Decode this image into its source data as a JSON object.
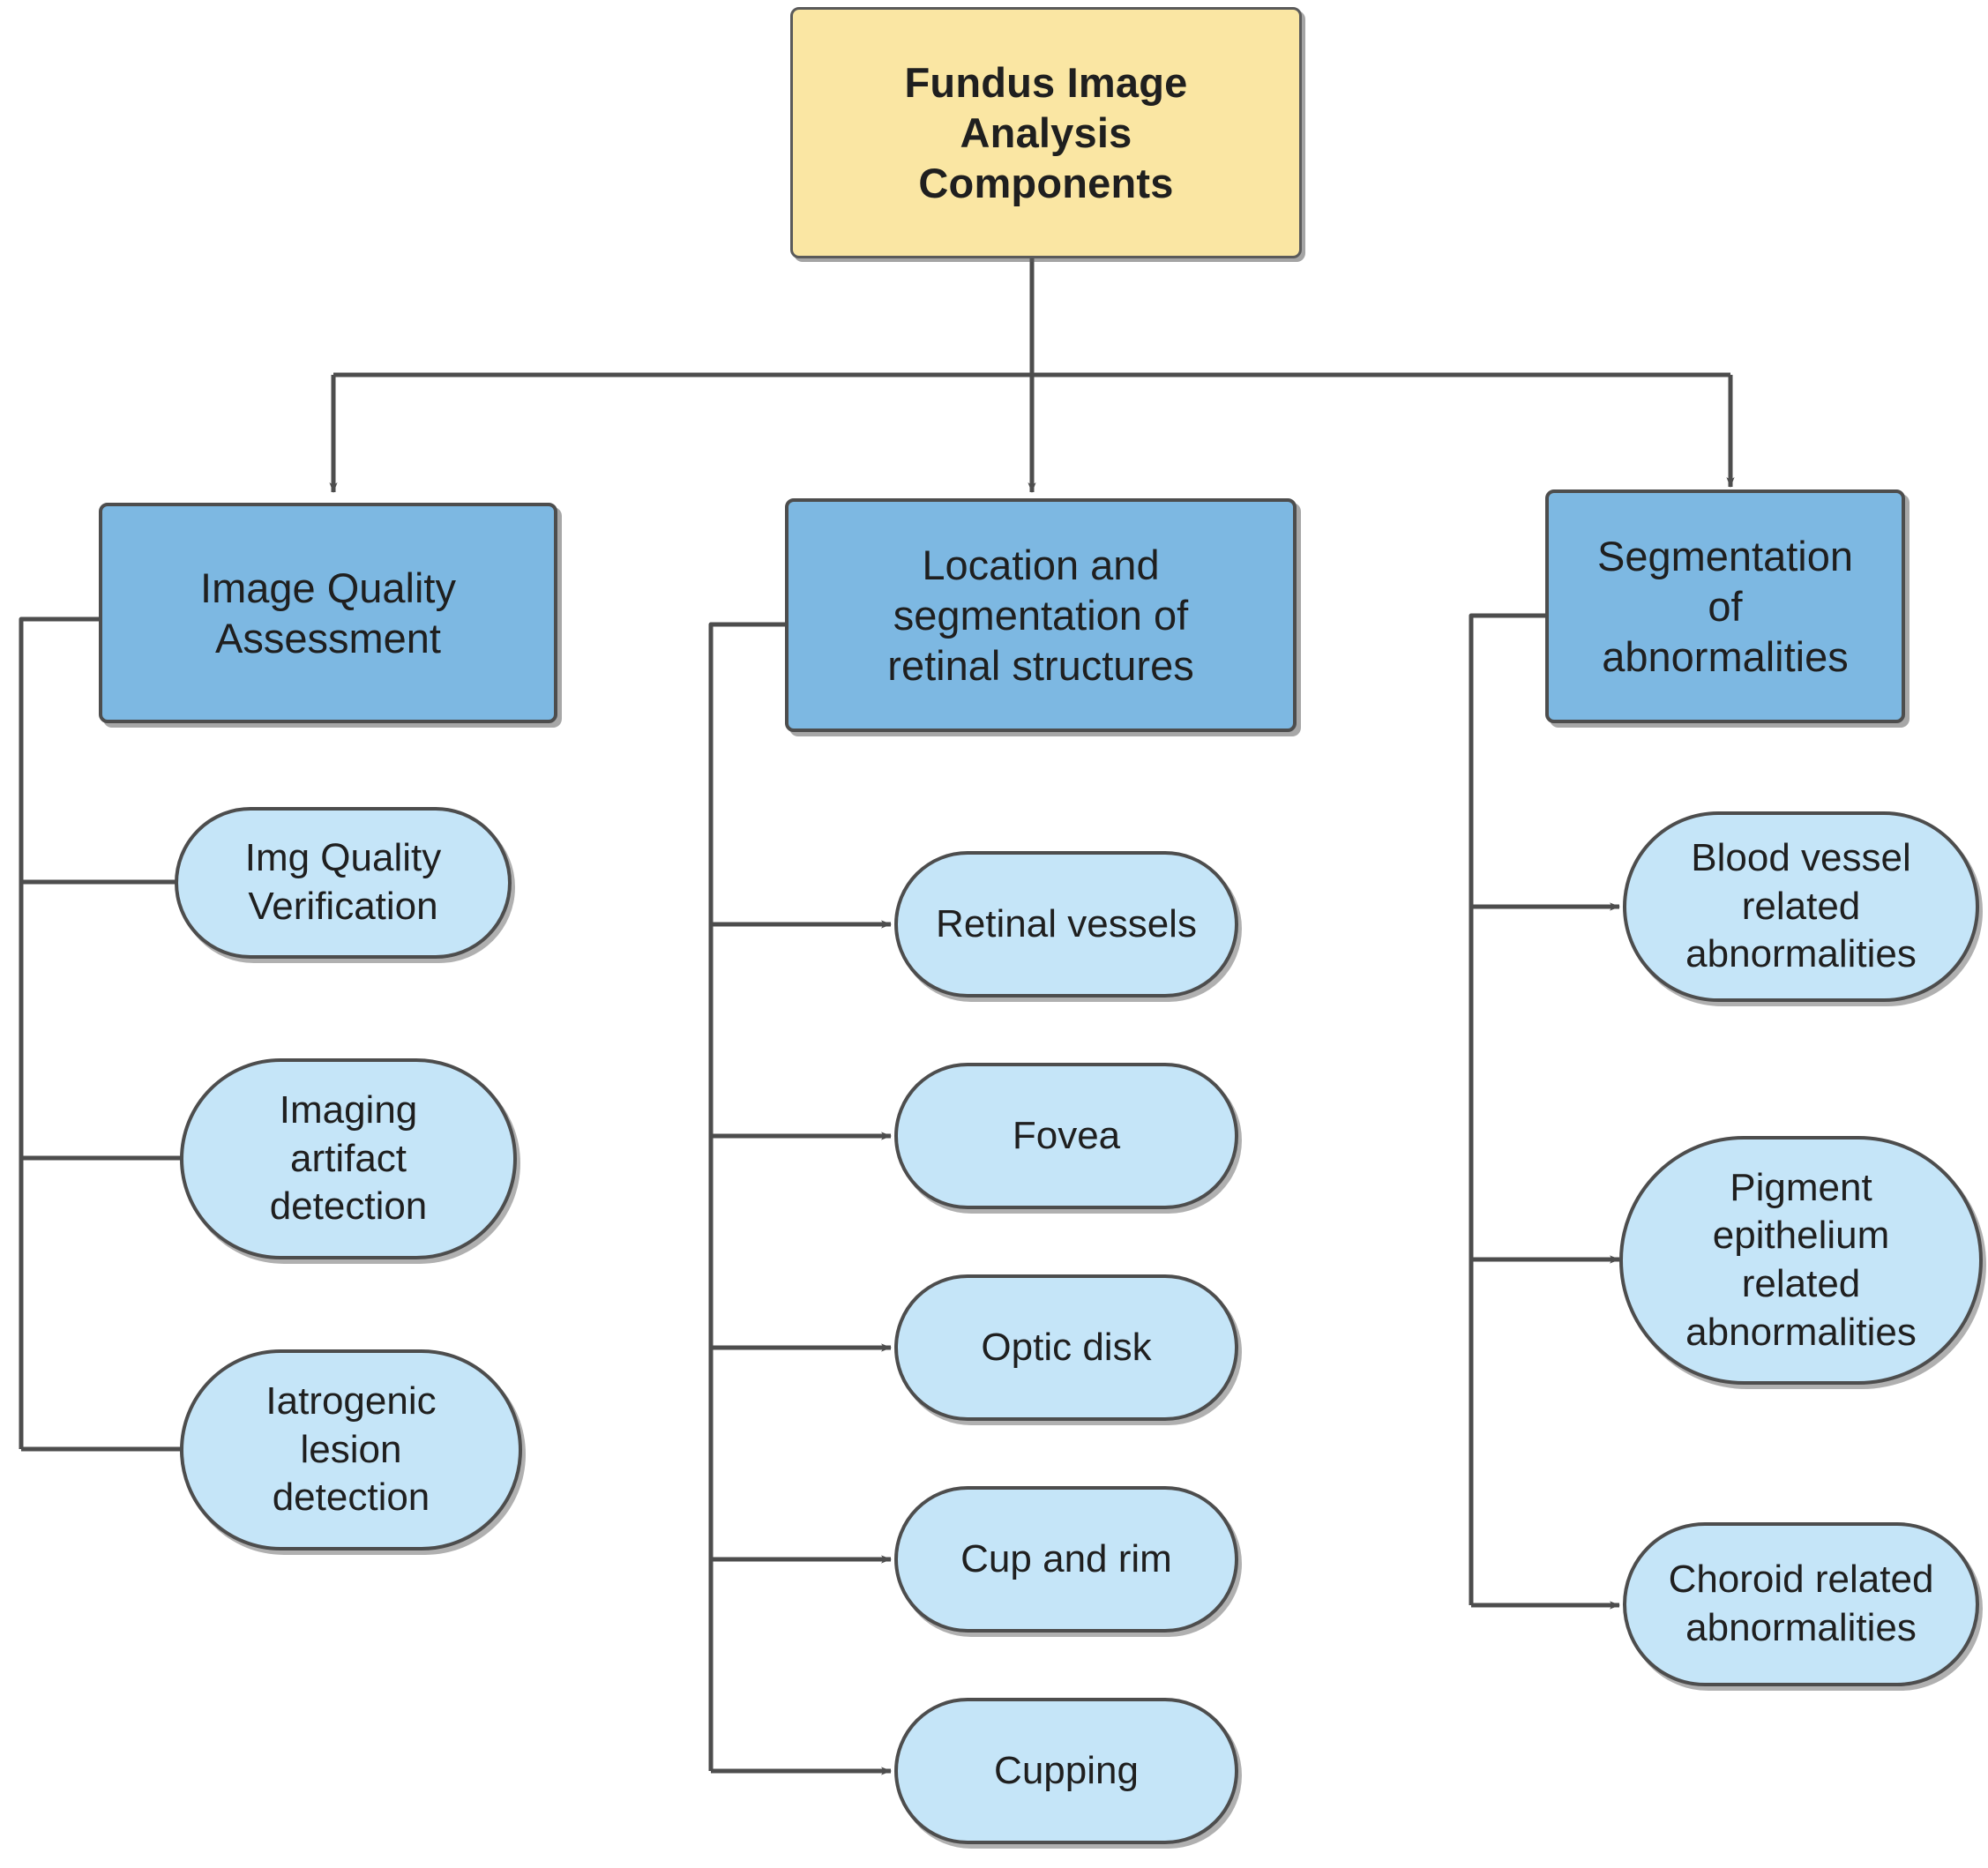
{
  "diagram": {
    "title": "Fundus Image Analysis Components",
    "type": "flowchart-tree",
    "orientation": "top-down-then-left-right",
    "colors": {
      "root_fill": "#fae6a3",
      "category_fill": "#7db8e2",
      "leaf_fill": "#c5e5f8",
      "border": "#4d4d4d",
      "text": "#1f1f1f",
      "connector": "#4d4d4d",
      "background": "#ffffff"
    }
  },
  "root": {
    "label": "Fundus Image\nAnalysis\nComponents"
  },
  "categories": [
    {
      "id": "image-quality-assessment",
      "label": "Image Quality\nAssessment",
      "children": [
        {
          "id": "img-quality-verification",
          "label": "Img Quality\nVerification"
        },
        {
          "id": "imaging-artifact-detection",
          "label": "Imaging\nartifact\ndetection"
        },
        {
          "id": "iatrogenic-lesion-detection",
          "label": "Iatrogenic\nlesion\ndetection"
        }
      ]
    },
    {
      "id": "location-and-segmentation-of-retinal-structures",
      "label": "Location and\nsegmentation of\nretinal structures",
      "children": [
        {
          "id": "retinal-vessels",
          "label": "Retinal vessels"
        },
        {
          "id": "fovea",
          "label": "Fovea"
        },
        {
          "id": "optic-disk",
          "label": "Optic disk"
        },
        {
          "id": "cup-and-rim",
          "label": "Cup and rim"
        },
        {
          "id": "cupping",
          "label": "Cupping"
        }
      ]
    },
    {
      "id": "segmentation-of-abnormalities",
      "label": "Segmentation\nof\nabnormalities",
      "children": [
        {
          "id": "blood-vessel-related-abnormalities",
          "label": "Blood vessel\nrelated\nabnormalities"
        },
        {
          "id": "pigment-epithelium-related-abnormalities",
          "label": "Pigment\nepithelium\nrelated\nabnormalities"
        },
        {
          "id": "choroid-related-abnormalities",
          "label": "Choroid related\nabnormalities"
        }
      ]
    }
  ]
}
